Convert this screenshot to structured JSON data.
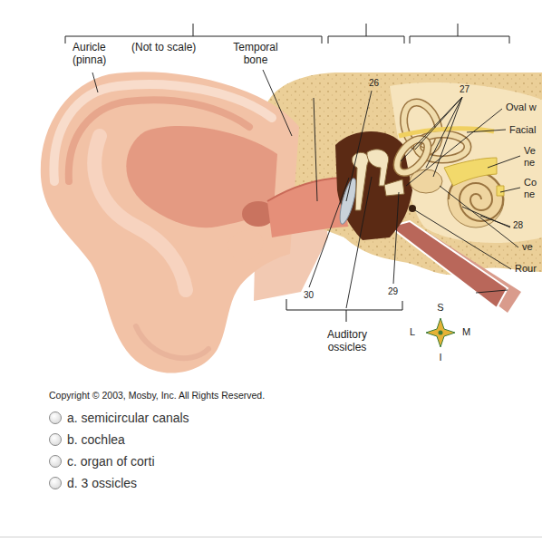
{
  "diagram": {
    "labels": [
      "Auricle (pinna)",
      "(Not to scale)",
      "Temporal bone",
      "26",
      "27",
      "Oval w",
      "Facial",
      "Ve ne",
      "Co ne",
      "28",
      "ve",
      "Rour",
      "30",
      "29",
      "S",
      "L",
      "M",
      "Auditory ossicles",
      "I",
      "Copyright © 2003, Mosby, Inc. All Rights Reserved.",
      "a. semicircular canals",
      "b. cochlea",
      "c. organ of corti",
      "d. 3 ossicles"
    ]
  }
}
